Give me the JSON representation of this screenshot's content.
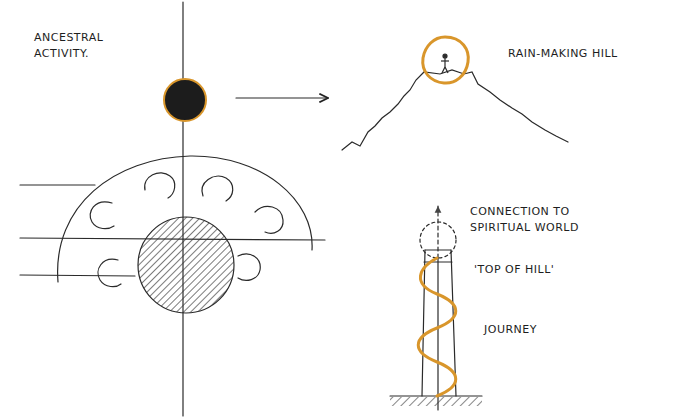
{
  "diagram": {
    "labels": [
      "ANCESTRAL ACTIVITY.",
      "RAIN-MAKING HILL",
      "CONNECTION TO SPIRITUAL WORLD",
      "'TOP OF HILL'",
      "JOURNEY"
    ]
  }
}
